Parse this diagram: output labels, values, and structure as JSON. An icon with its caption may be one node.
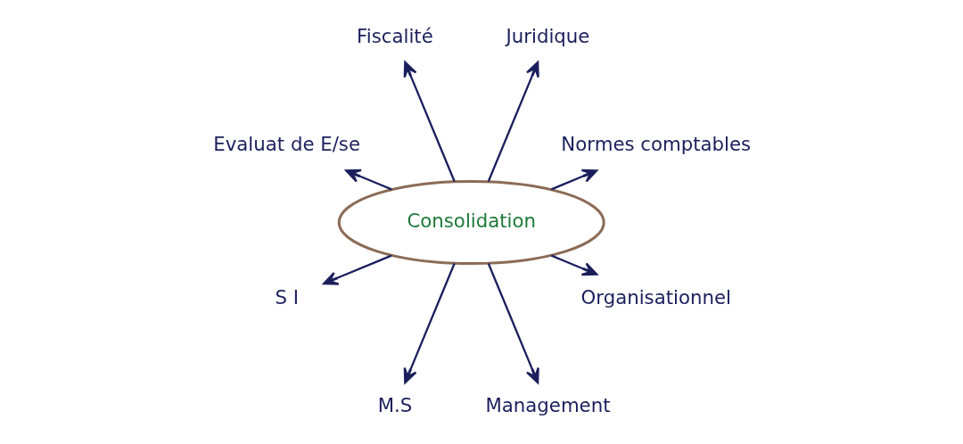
{
  "diagram": {
    "nodes": [
      {
        "text": [
          "Normes comptables"
        ]
      },
      {
        "text": [
          "Juridique"
        ]
      },
      {
        "text": [
          "Fiscalité"
        ]
      },
      {
        "text": [
          "Evaluat de E/se"
        ]
      },
      {
        "text": [
          "Consolidation"
        ]
      },
      {
        "text": [
          "S I"
        ]
      },
      {
        "text": [
          "M.S"
        ]
      },
      {
        "text": [
          "Management"
        ]
      },
      {
        "text": [
          "Organisationnel"
        ]
      }
    ],
    "edges": [
      {
        "from": 4,
        "to": 1,
        "arrow": "to"
      },
      {
        "from": 4,
        "to": 2,
        "arrow": "to"
      },
      {
        "from": 4,
        "to": 5,
        "arrow": "to"
      },
      {
        "from": 4,
        "to": 6,
        "arrow": "to"
      },
      {
        "from": 4,
        "to": 8,
        "arrow": "to"
      },
      {
        "from": 4,
        "to": 7,
        "arrow": "to"
      },
      {
        "from": 4,
        "to": 3,
        "arrow": "to"
      },
      {
        "from": 4,
        "to": 0,
        "arrow": "to"
      }
    ]
  }
}
